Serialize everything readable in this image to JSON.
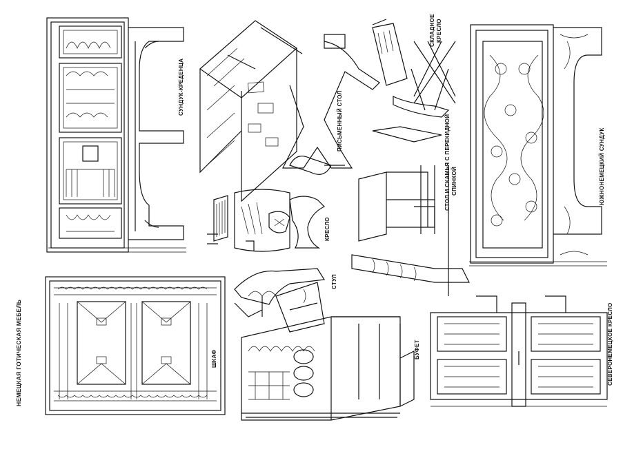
{
  "plate_title": "НЕМЕЦКАЯ ГОТИЧЕСКАЯ МЕБЕЛЬ",
  "labels": {
    "chest_credenza": "СУНДУК-КРЕДЕНЦА",
    "writing_desk": "ПИСЬМЕННЫЙ СТОЛ",
    "folding_chair_line1": "СКЛАДНОЕ",
    "folding_chair_line2": "КРЕСЛО",
    "table_bench_line1": "СТОЛ И СКАМЬЯ С ПЕРЕКИДНОЙ",
    "table_bench_line2": "СПИНКОЙ",
    "south_german_chest": "ЮЖНОНЕМЕЦКИЙ СУНДУК",
    "armchair": "КРЕСЛО",
    "chair": "СТУЛ",
    "wardrobe": "ШКАФ",
    "buffet": "БУФЕТ",
    "north_german_armchair": "СЕВЕРОНЕМЕЦКОЕ КРЕСЛО"
  }
}
